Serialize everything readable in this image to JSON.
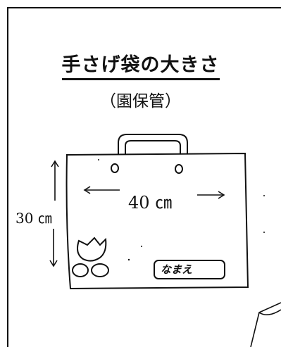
{
  "title": "手さげ袋の大きさ",
  "subtitle": "（園保管）",
  "dimensions": {
    "width_label": "40 ㎝",
    "height_label": "30 ㎝"
  },
  "name_tag": "なまえ",
  "icons": [
    "tote-bag-icon",
    "tulip-icon",
    "dimension-arrow-icon",
    "page-curl-icon"
  ]
}
